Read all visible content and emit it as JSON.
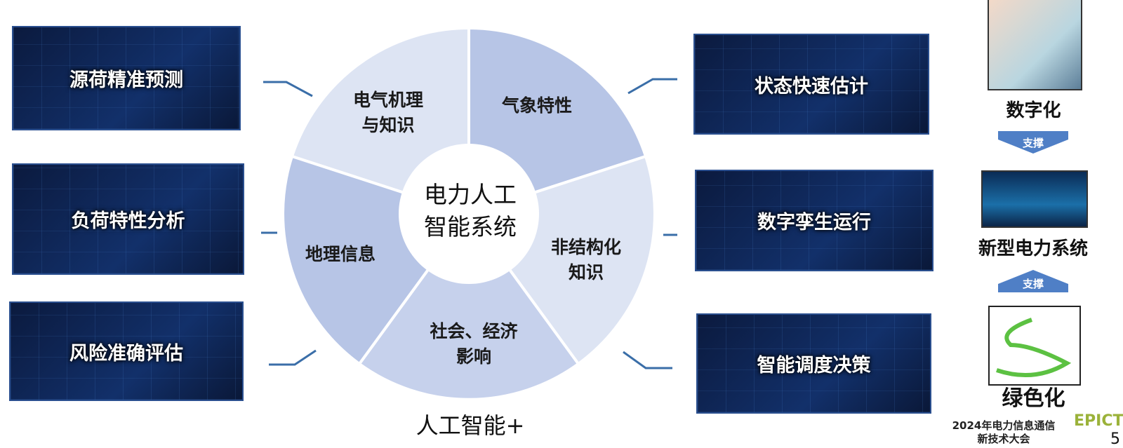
{
  "center": {
    "line1": "电力人工",
    "line2": "智能系统"
  },
  "segments": [
    "电气机理\n与知识",
    "气象特性",
    "非结构化\n知识",
    "社会、经济\n影响",
    "地理信息"
  ],
  "caption": "人工智能+",
  "left_panels": [
    "源荷精准预测",
    "负荷特性分析",
    "风险准确评估"
  ],
  "right_panels": [
    "状态快速估计",
    "数字孪生运行",
    "智能调度决策"
  ],
  "side": {
    "top": "数字化",
    "middle": "新型电力系统",
    "bottom": "绿色化",
    "arrow_label": "支撑"
  },
  "footer": {
    "line1": "2024年电力信息通信",
    "line2": "新技术大会",
    "logo": "EPICT",
    "page": "5"
  },
  "colors": {
    "seg_light": "#dde4f3",
    "seg_dark": "#b7c5e6",
    "line": "#3a6ea8"
  }
}
